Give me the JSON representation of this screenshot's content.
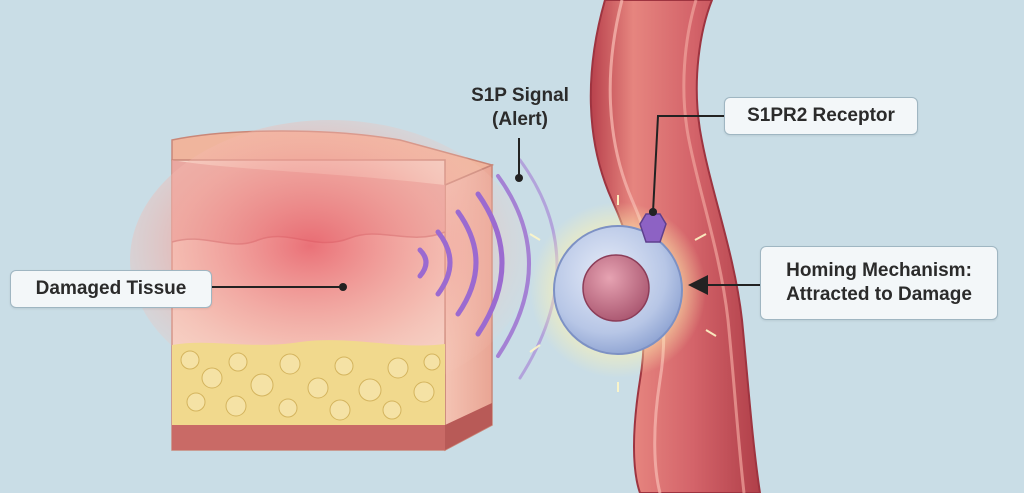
{
  "labels": {
    "damaged_tissue": "Damaged Tissue",
    "s1p_signal_line1": "S1P Signal",
    "s1p_signal_line2": "(Alert)",
    "s1pr2_receptor": "S1PR2 Receptor",
    "homing_line1": "Homing Mechanism:",
    "homing_line2": "Attracted to Damage"
  },
  "colors": {
    "background": "#c9dde6",
    "tissue_surface": "#f2b9a6",
    "tissue_inflamed": "#e8606a",
    "fat_layer": "#f1d98d",
    "muscle_layer": "#c96a66",
    "signal_wave": "#9b6ad0",
    "vessel_wall": "#c44f58",
    "vessel_lumen": "#e8857f",
    "cell_membrane": "#b9c7e8",
    "cell_nucleus": "#c56f86",
    "receptor": "#8d62c4",
    "glow": "#fff6c0"
  },
  "icons": {
    "receptor": "receptor-icon",
    "pointer": "arrow-left-icon"
  }
}
